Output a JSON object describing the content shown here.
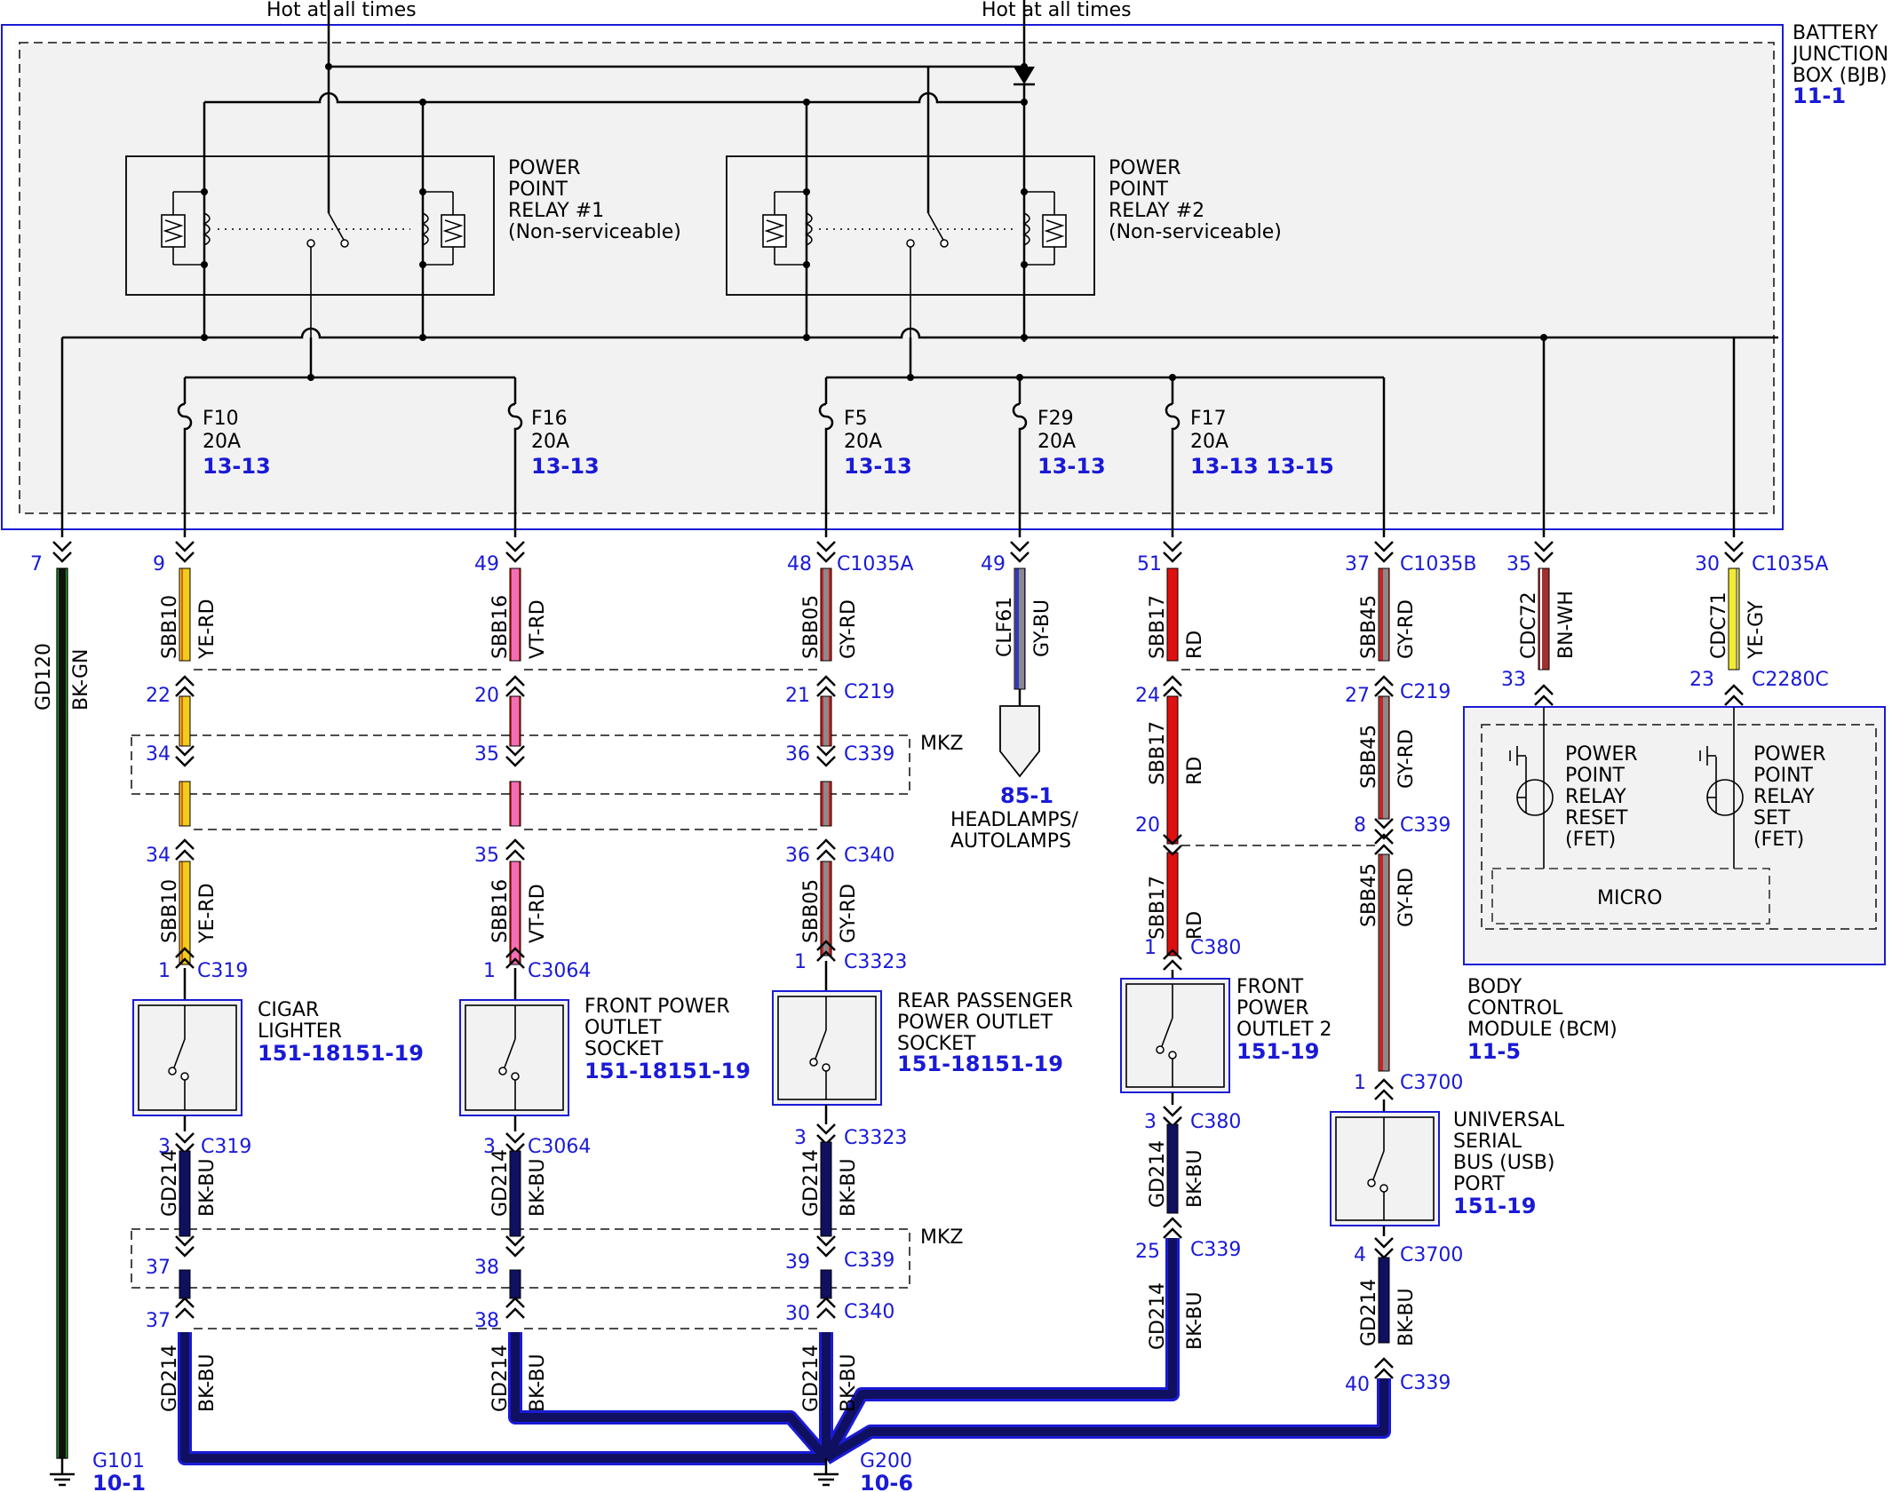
{
  "hot_labels": [
    "Hot at all times",
    "Hot at all times"
  ],
  "bjb": {
    "title": [
      "BATTERY",
      "JUNCTION",
      "BOX (BJB)"
    ],
    "ref": "11-1"
  },
  "relays": [
    {
      "lines": [
        "POWER",
        "POINT",
        "RELAY #1",
        "(Non-serviceable)"
      ]
    },
    {
      "lines": [
        "POWER",
        "POINT",
        "RELAY #2",
        "(Non-serviceable)"
      ]
    }
  ],
  "fuses": [
    {
      "name": "F10",
      "rating": "20A",
      "ref": "13-13"
    },
    {
      "name": "F16",
      "rating": "20A",
      "ref": "13-13"
    },
    {
      "name": "F5",
      "rating": "20A",
      "ref": "13-13"
    },
    {
      "name": "F29",
      "rating": "20A",
      "ref": "13-13"
    },
    {
      "name": "F17",
      "rating": "20A",
      "ref": "13-13 13-15"
    }
  ],
  "top_pins": [
    "7",
    "9",
    "49",
    "48",
    "49",
    "51",
    "37",
    "35",
    "30"
  ],
  "top_connectors": [
    "C1035A",
    "C1035B",
    "C1035A"
  ],
  "circuits": [
    {
      "id": "GD120",
      "color": "BK-GN"
    },
    {
      "id": "SBB10",
      "color": "YE-RD"
    },
    {
      "id": "SBB16",
      "color": "VT-RD"
    },
    {
      "id": "SBB05",
      "color": "GY-RD"
    },
    {
      "id": "CLF61",
      "color": "GY-BU"
    },
    {
      "id": "SBB17",
      "color": "RD"
    },
    {
      "id": "SBB45",
      "color": "GY-RD"
    },
    {
      "id": "CDC72",
      "color": "BN-WH"
    },
    {
      "id": "CDC71",
      "color": "YE-GY"
    },
    {
      "id": "GD214",
      "color": "BK-BU"
    }
  ],
  "pin_labels": {
    "c219_row": [
      "22",
      "20",
      "21",
      "24",
      "27"
    ],
    "c339_row": [
      "34",
      "35",
      "36",
      "8"
    ],
    "c340_row": [
      "34",
      "35",
      "36",
      "20"
    ],
    "dev_top": [
      "1",
      "1",
      "1",
      "1",
      "1"
    ],
    "dev_bottom": [
      "3",
      "3",
      "3",
      "3",
      "4"
    ],
    "mid_a": [
      "37",
      "38",
      "39",
      "25"
    ],
    "mid_b": [
      "37",
      "38",
      "30",
      "40"
    ],
    "bcm_pins": [
      "33",
      "23"
    ]
  },
  "connectors": {
    "c219": "C219",
    "c339": "C339",
    "c340": "C340",
    "c319": "C319",
    "c3064": "C3064",
    "c3323": "C3323",
    "c380": "C380",
    "c3700": "C3700",
    "c2280c": "C2280C"
  },
  "mkz": "MKZ",
  "headlamps": {
    "ref": "85-1",
    "lines": [
      "HEADLAMPS/",
      "AUTOLAMPS"
    ]
  },
  "bcm": {
    "reset": [
      "POWER",
      "POINT",
      "RELAY",
      "RESET",
      "(FET)"
    ],
    "set": [
      "POWER",
      "POINT",
      "RELAY",
      "SET",
      "(FET)"
    ],
    "micro": "MICRO",
    "title": [
      "BODY",
      "CONTROL",
      "MODULE (BCM)"
    ],
    "ref": "11-5"
  },
  "devices": [
    {
      "lines": [
        "CIGAR",
        "LIGHTER"
      ],
      "ref": "151-18151-19"
    },
    {
      "lines": [
        "FRONT POWER",
        "OUTLET",
        "SOCKET"
      ],
      "ref": "151-18151-19"
    },
    {
      "lines": [
        "REAR PASSENGER",
        "POWER OUTLET",
        "SOCKET"
      ],
      "ref": "151-18151-19"
    },
    {
      "lines": [
        "FRONT",
        "POWER",
        "OUTLET 2"
      ],
      "ref": "151-19"
    },
    {
      "lines": [
        "UNIVERSAL",
        "SERIAL",
        "BUS (USB)",
        "PORT"
      ],
      "ref": "151-19"
    }
  ],
  "grounds": [
    {
      "name": "G101",
      "ref": "10-1"
    },
    {
      "name": "G200",
      "ref": "10-6"
    }
  ],
  "wire_colors": {
    "ye": "#f2cc1a",
    "pk": "#f070b8",
    "gy": "#8a8a8a",
    "rdstripe": "#d02020",
    "rd": "#e01010",
    "bu": "#3535c0",
    "bk": "#101060",
    "gn": "#20a020",
    "bn": "#a03030",
    "outline": "#1a1ad6"
  }
}
